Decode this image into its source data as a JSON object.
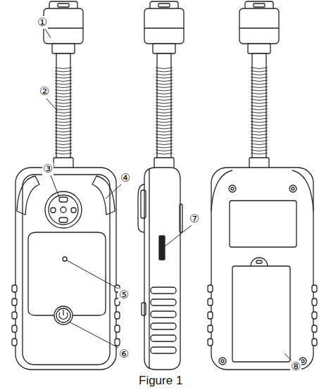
{
  "diagram": {
    "caption": "Figure 1",
    "labels": [
      "①",
      "②",
      "③",
      "④",
      "⑤",
      "⑥",
      "⑦",
      "⑧"
    ]
  }
}
